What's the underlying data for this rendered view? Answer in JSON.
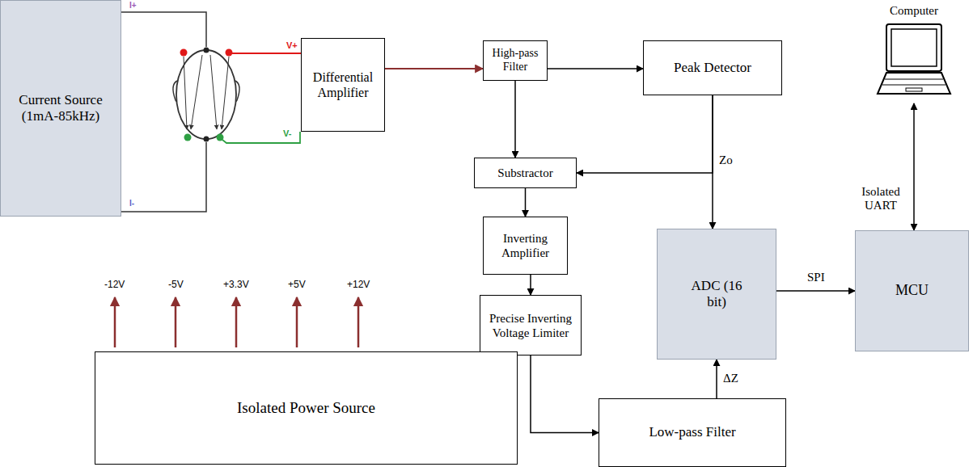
{
  "diagram": {
    "nodes": [
      {
        "text": [
          "Current Source (1mA-85kHz)"
        ]
      },
      {
        "text": [
          "Differential Amplifier"
        ]
      },
      {
        "text": [
          "High-pass Filter"
        ]
      },
      {
        "text": [
          "Peak Detector"
        ]
      },
      {
        "text": [
          "Computer"
        ]
      },
      {
        "text": [
          "Substractor"
        ]
      },
      {
        "text": [
          "Inverting Amplifier"
        ]
      },
      {
        "text": [
          "Precise Inverting Voltage Limiter"
        ]
      },
      {
        "text": [
          "ADC (16 bit)"
        ]
      },
      {
        "text": [
          "MCU"
        ]
      },
      {
        "text": [
          "Isolated Power Source"
        ]
      },
      {
        "text": [
          "Low-pass Filter"
        ]
      }
    ],
    "edges": [
      {
        "from": 1,
        "to": 2,
        "arrow": "to"
      },
      {
        "from": 2,
        "to": 3,
        "arrow": "to"
      },
      {
        "from": 2,
        "to": 5,
        "arrow": "to"
      },
      {
        "from": 3,
        "to": 5,
        "arrow": "to"
      },
      {
        "from": 3,
        "to": 8,
        "label": "Zo",
        "arrow": "to"
      },
      {
        "from": 5,
        "to": 6,
        "arrow": "to"
      },
      {
        "from": 6,
        "to": 7,
        "arrow": "to"
      },
      {
        "from": 7,
        "to": 11,
        "arrow": "to"
      },
      {
        "from": 11,
        "to": 8,
        "label": "ΔZ",
        "arrow": "to"
      },
      {
        "from": 8,
        "to": 9,
        "label": "SPI",
        "arrow": "to"
      },
      {
        "from": 4,
        "to": 9,
        "label": "Isolated UART",
        "arrow": "both"
      }
    ],
    "labels": [
      "I+",
      "V+",
      "I-",
      "V-",
      "-12V",
      "-5V",
      "+3.3V",
      "+5V",
      "+12V"
    ]
  }
}
